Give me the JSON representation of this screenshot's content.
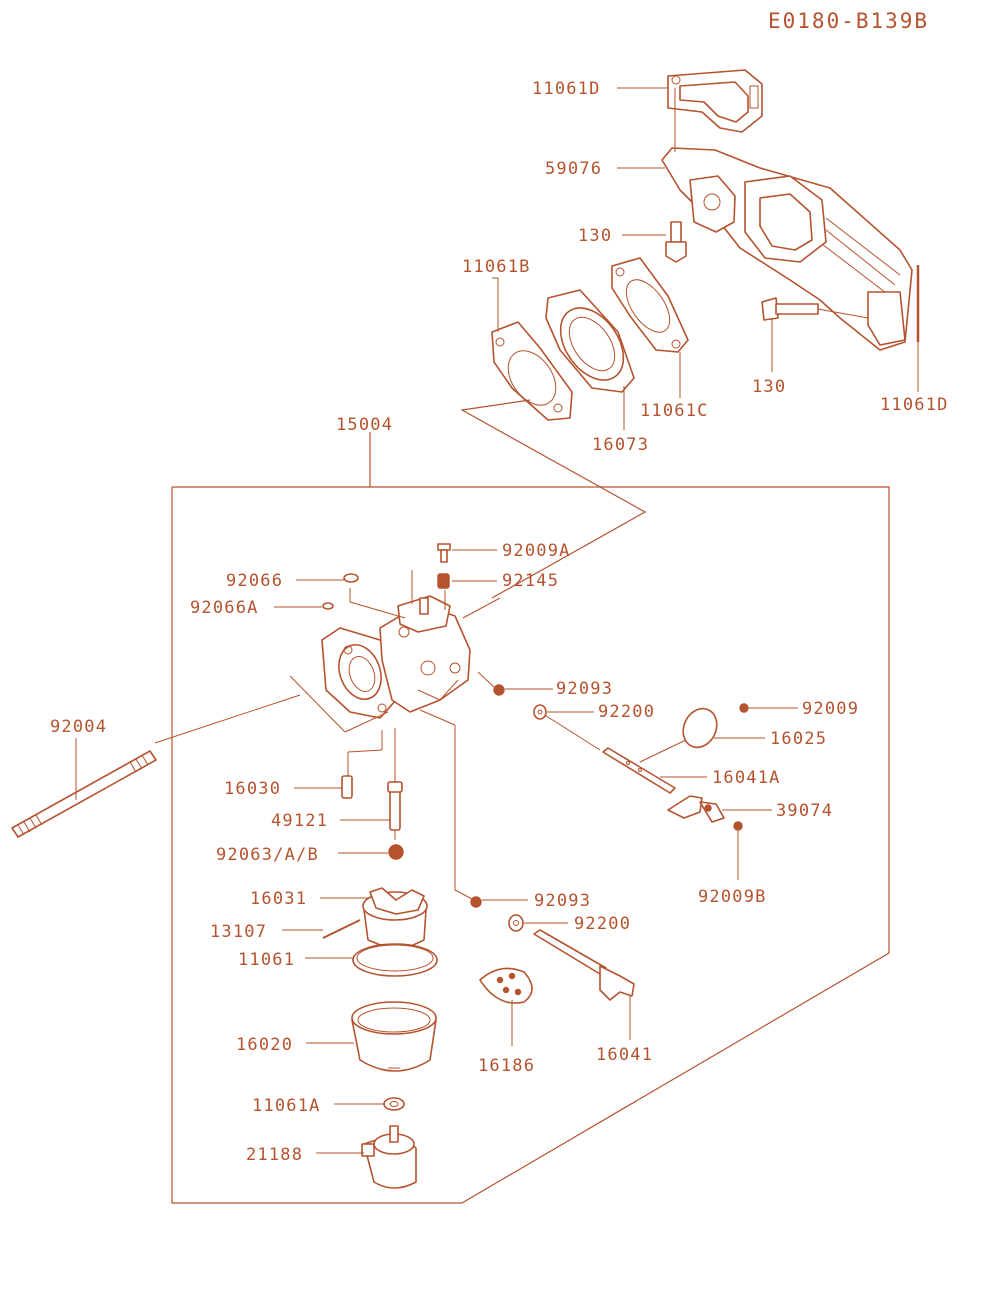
{
  "diagram_code": "E0180-B139B",
  "colors": {
    "ink": "#b5532e",
    "background": "#ffffff"
  },
  "parts": {
    "p11061D_top": "11061D",
    "p59076": "59076",
    "p130_top": "130",
    "p11061B": "11061B",
    "p130_right": "130",
    "p11061D_right": "11061D",
    "p11061C": "11061C",
    "p16073": "16073",
    "p15004": "15004",
    "p92009A": "92009A",
    "p92066": "92066",
    "p92145": "92145",
    "p92066A": "92066A",
    "p92093_top": "92093",
    "p92200_top": "92200",
    "p92009": "92009",
    "p92004": "92004",
    "p16025": "16025",
    "p16041A": "16041A",
    "p16030": "16030",
    "p39074": "39074",
    "p49121": "49121",
    "p92063AB": "92063/A/B",
    "p92009B": "92009B",
    "p16031": "16031",
    "p92093_bot": "92093",
    "p92200_bot": "92200",
    "p13107": "13107",
    "p11061": "11061",
    "p16020": "16020",
    "p16186": "16186",
    "p16041": "16041",
    "p11061A": "11061A",
    "p21188": "21188"
  }
}
